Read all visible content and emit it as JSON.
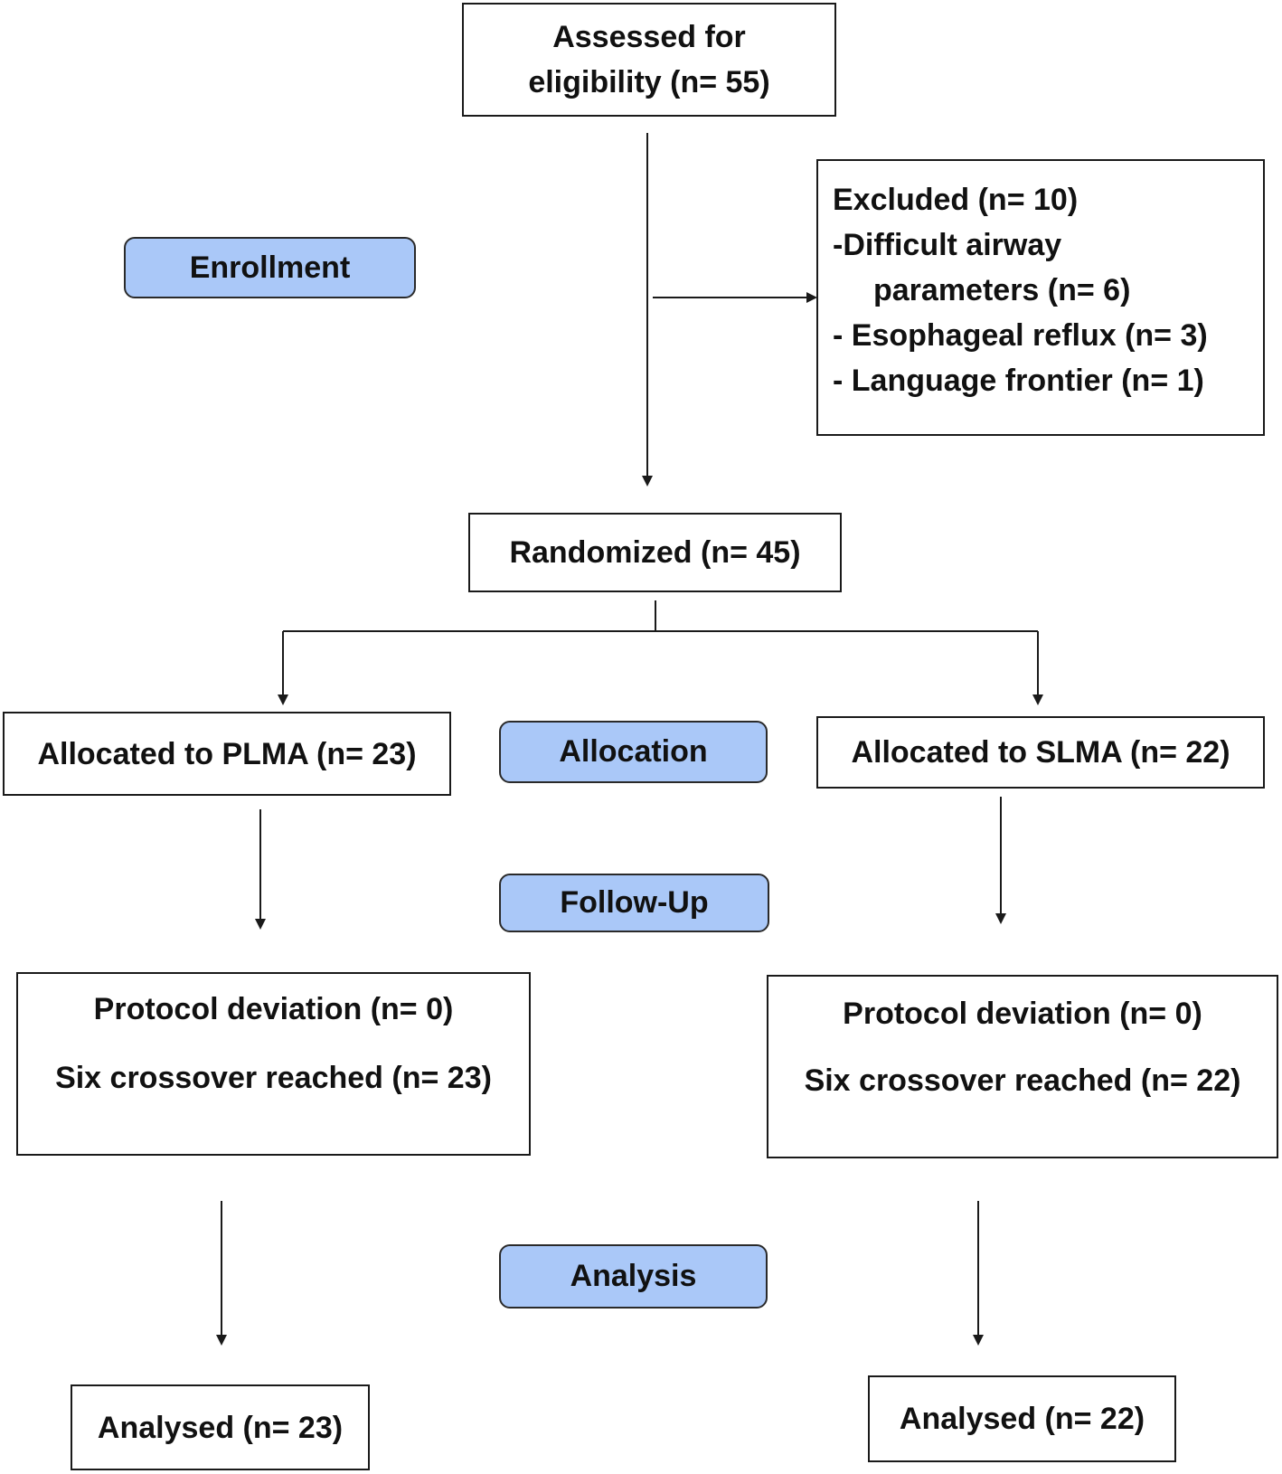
{
  "stages": {
    "enrollment": "Enrollment",
    "allocation": "Allocation",
    "follow_up": "Follow-Up",
    "analysis": "Analysis"
  },
  "assessed": {
    "line1": "Assessed for",
    "line2": "eligibility (n= 55)"
  },
  "excluded": {
    "title": "Excluded (n= 10)",
    "items": [
      "-Difficult airway",
      "parameters (n= 6)",
      "- Esophageal reflux (n= 3)",
      "- Language frontier (n= 1)"
    ]
  },
  "randomized": "Randomized (n= 45)",
  "allocated": {
    "plma": "Allocated to PLMA (n= 23)",
    "slma": "Allocated to SLMA (n= 22)"
  },
  "followup": {
    "plma": {
      "deviation": "Protocol deviation (n= 0)",
      "crossover": "Six crossover reached (n= 23)"
    },
    "slma": {
      "deviation": "Protocol deviation (n= 0)",
      "crossover": "Six crossover reached (n= 22)"
    }
  },
  "analysed": {
    "plma": "Analysed (n= 23)",
    "slma": "Analysed (n= 22)"
  }
}
